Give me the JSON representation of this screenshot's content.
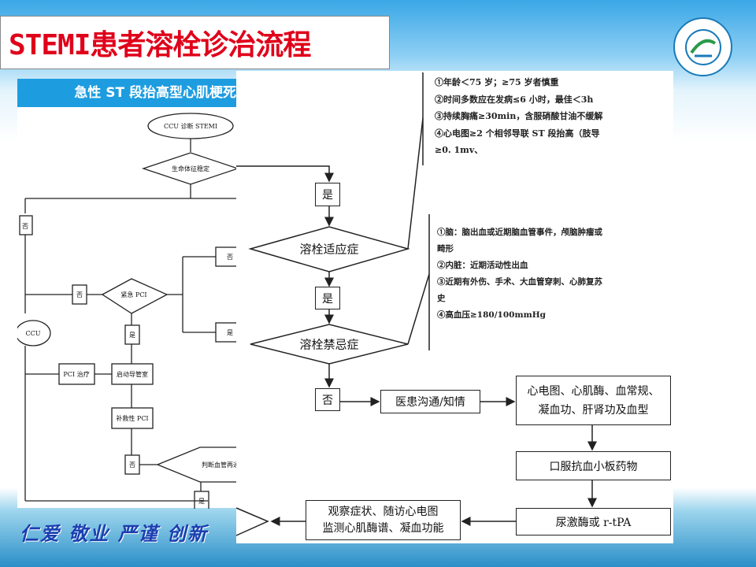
{
  "slide": {
    "title": "STEMI患者溶栓诊治流程",
    "slogan": "仁爱 敬业 严谨 创新"
  },
  "left_diagram": {
    "header": "急性 ST 段抬高型心肌梗死",
    "start": "CCU 诊断 STEMI",
    "vital_signs": "生命体征稳定",
    "no1": "否",
    "no2": "否",
    "no3": "否",
    "no4": "否",
    "yes1": "是",
    "yes2": "是",
    "yes3": "是",
    "emergency_pci": "紧急 PCI",
    "ccu": "CCU",
    "pci_treatment": "PCI 治疗",
    "start_cath_lab": "启动导管室",
    "rescue_pci": "补救性 PCI",
    "judge_reperfusion": "判断血管再通"
  },
  "flow": {
    "yes_a": "是",
    "indication": "溶栓适应症",
    "yes_b": "是",
    "contraindication": "溶栓禁忌症",
    "no": "否",
    "communication": "医患沟通/知情",
    "tests": "心电图、心肌酶、血常规、凝血功、肝肾功及血型",
    "antiplatelet": "口服抗血小板药物",
    "thrombolytic": "尿激酶或 r-tPA",
    "observe_line1": "观察症状、随访心电图",
    "observe_line2": "监测心肌酶谱、凝血功能"
  },
  "indications": [
    "①年龄＜75 岁；≥75 岁者慎重",
    "②时间多数应在发病≤6 小时，最佳＜3h",
    "③持续胸痛≥30min，含服硝酸甘油不缓解",
    "④心电图≥2 个相邻导联 ST 段抬高（肢导",
    "≥0. 1mv、"
  ],
  "contraindications": [
    "①脑：脑出血或近期脑血管事件，颅脑肿瘤或",
    "畸形",
    "②内脏：近期活动性出血",
    "③近期有外伤、手术、大血管穿刺、心肺复苏",
    "史",
    "④高血压≥180/100mmHg"
  ]
}
